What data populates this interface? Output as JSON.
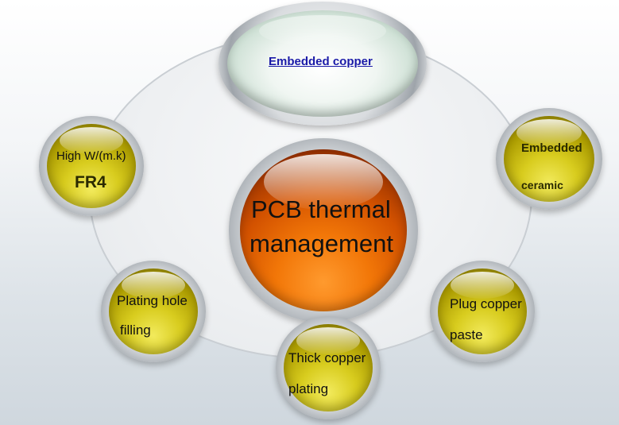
{
  "center": {
    "line1": "PCB thermal",
    "line2": "management"
  },
  "top_link": "Embedded copper",
  "nodes": {
    "fr4": {
      "line1": "High W/(m.k)",
      "line2": "FR4"
    },
    "ceramic": {
      "line1": "Embedded",
      "line2": "ceramic"
    },
    "plating_hole": {
      "line1": "Plating hole",
      "line2": "filling"
    },
    "plug_copper": {
      "line1": "Plug copper",
      "line2": "paste"
    },
    "thick_copper": {
      "line1": "Thick copper",
      "line2": "plating"
    }
  },
  "colors": {
    "orb_yellow": "#d8cc1e",
    "orb_orange": "#f27708",
    "orb_green": "#c7dccf",
    "link_blue": "#1a1aa8"
  }
}
